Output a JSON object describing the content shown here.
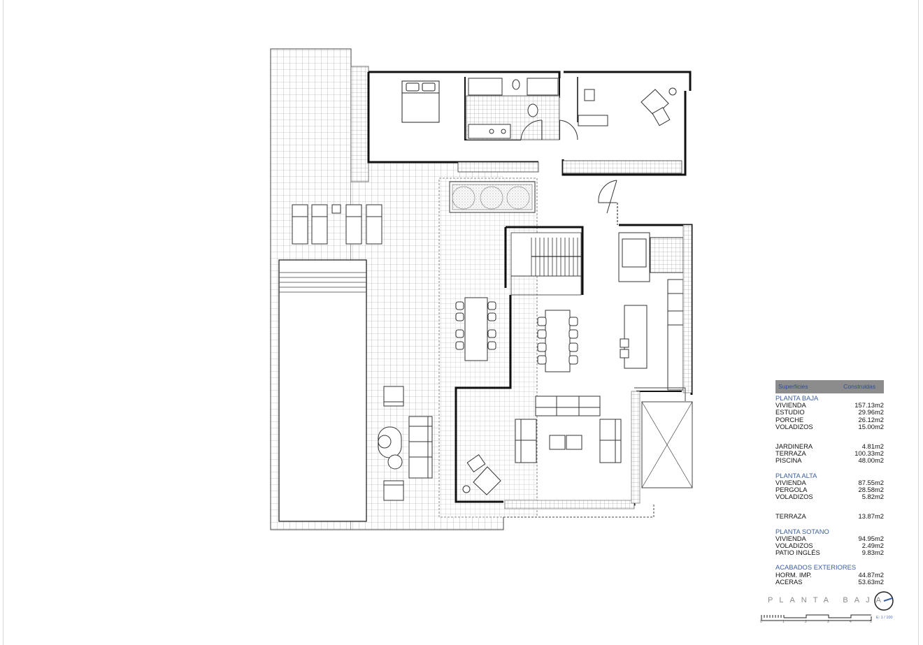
{
  "plan_title": "PLANTA BAJA",
  "scale_label": "E: 1 / 100",
  "scale_ticks": [
    "0",
    "1",
    "2",
    "3",
    "4",
    "5"
  ],
  "table": {
    "col1": "Superficies",
    "col2": "Construidas",
    "sections": [
      {
        "title": "PLANTA BAJA",
        "rows": [
          {
            "label": "VIVIENDA",
            "value": "157.13m2"
          },
          {
            "label": "ESTUDIO",
            "value": "29.96m2"
          },
          {
            "label": "PORCHE",
            "value": "26.12m2"
          },
          {
            "label": "VOLADIZOS",
            "value": "15.00m2"
          }
        ]
      },
      {
        "title": "",
        "rows": [
          {
            "label": "JARDINERA",
            "value": "4.81m2"
          },
          {
            "label": "TERRAZA",
            "value": "100.33m2"
          },
          {
            "label": "PISCINA",
            "value": "48.00m2"
          }
        ]
      },
      {
        "title": "PLANTA ALTA",
        "rows": [
          {
            "label": "VIVIENDA",
            "value": "87.55m2"
          },
          {
            "label": "PERGOLA",
            "value": "28.58m2"
          },
          {
            "label": "VOLADIZOS",
            "value": "5.82m2"
          }
        ]
      },
      {
        "title": "",
        "rows": [
          {
            "label": "TERRAZA",
            "value": "13.87m2"
          }
        ]
      },
      {
        "title": "PLANTA SOTANO",
        "rows": [
          {
            "label": "VIVIENDA",
            "value": "94.95m2"
          },
          {
            "label": "VOLADIZOS",
            "value": "2.49m2"
          },
          {
            "label": "PATIO INGLÉS",
            "value": "9.83m2"
          }
        ]
      },
      {
        "title": "ACABADOS EXTERIORES",
        "rows": [
          {
            "label": "HORM. IMP.",
            "value": "44.87m2"
          },
          {
            "label": "ACERAS",
            "value": "53.63m2"
          }
        ]
      }
    ]
  }
}
